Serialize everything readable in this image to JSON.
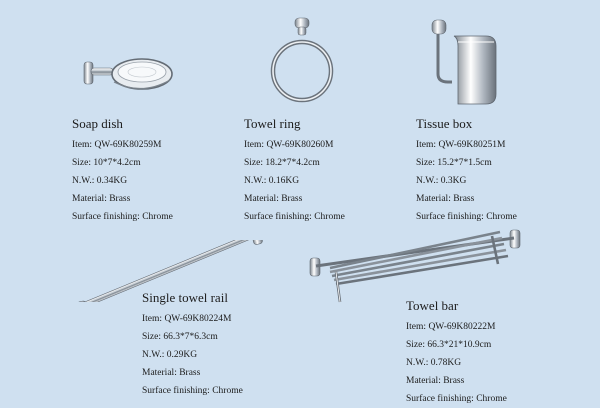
{
  "labels": {
    "item": "Item",
    "size": "Size",
    "nw": "N.W.",
    "material": "Material",
    "surface": "Surface finishing"
  },
  "products": [
    {
      "name": "Soap dish",
      "item": "QW-69K80259M",
      "size": "10*7*4.2cm",
      "nw": "0.34KG",
      "material": "Brass",
      "surface": "Chrome",
      "icon": "soap-dish-icon"
    },
    {
      "name": "Towel ring",
      "item": "QW-69K80260M",
      "size": "18.2*7*4.2cm",
      "nw": "0.16KG",
      "material": "Brass",
      "surface": "Chrome",
      "icon": "towel-ring-icon"
    },
    {
      "name": "Tissue box",
      "item": "QW-69K80251M",
      "size": "15.2*7*1.5cm",
      "nw": "0.3KG",
      "material": "Brass",
      "surface": "Chrome",
      "icon": "tissue-box-icon"
    },
    {
      "name": "Single towel rail",
      "item": "QW-69K80224M",
      "size": "66.3*7*6.3cm",
      "nw": "0.29KG",
      "material": "Brass",
      "surface": "Chrome",
      "icon": "single-towel-rail-icon"
    },
    {
      "name": "Towel bar",
      "item": "QW-69K80222M",
      "size": "66.3*21*10.9cm",
      "nw": "0.78KG",
      "material": "Brass",
      "surface": "Chrome",
      "icon": "towel-bar-icon"
    }
  ],
  "colors": {
    "background": "#cfe0f0",
    "chrome_light": "#f4f6f8",
    "chrome_dark": "#6f7780"
  }
}
